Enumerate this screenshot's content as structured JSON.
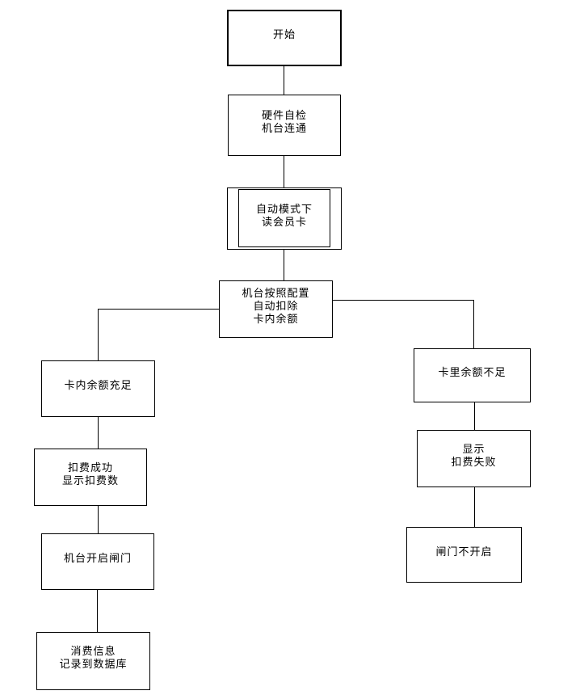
{
  "diagram": {
    "type": "flowchart",
    "language": "zh-CN",
    "colors": {
      "background": "#ffffff",
      "line": "#000000",
      "text": "#000000",
      "node_fill": "#ffffff"
    },
    "nodes": {
      "start": {
        "shape": "rectangle-bold",
        "lines": [
          "开始"
        ]
      },
      "hardware_check": {
        "shape": "rectangle",
        "lines": [
          "硬件自检",
          "机台连通"
        ]
      },
      "read_card": {
        "shape": "predefined-process",
        "lines": [
          "自动模式下",
          "读会员卡"
        ]
      },
      "auto_deduct": {
        "shape": "rectangle",
        "lines": [
          "机台按照配置",
          "自动扣除",
          "卡内余额"
        ]
      },
      "balance_enough": {
        "shape": "rectangle",
        "lines": [
          "卡内余额充足"
        ]
      },
      "deduct_success": {
        "shape": "rectangle",
        "lines": [
          "扣费成功",
          "显示扣费数"
        ]
      },
      "open_gate": {
        "shape": "rectangle",
        "lines": [
          "机台开启闸门"
        ]
      },
      "record_db": {
        "shape": "rectangle",
        "lines": [
          "消费信息",
          "记录到数据库"
        ]
      },
      "balance_insufficient": {
        "shape": "rectangle",
        "lines": [
          "卡里余额不足"
        ]
      },
      "show_fail": {
        "shape": "rectangle",
        "lines": [
          "显示",
          "扣费失败"
        ]
      },
      "gate_not_open": {
        "shape": "rectangle",
        "lines": [
          "闸门不开启"
        ]
      }
    },
    "edges": [
      {
        "from": "start",
        "to": "hardware_check"
      },
      {
        "from": "hardware_check",
        "to": "read_card"
      },
      {
        "from": "read_card",
        "to": "auto_deduct"
      },
      {
        "from": "auto_deduct",
        "to": "balance_enough"
      },
      {
        "from": "auto_deduct",
        "to": "balance_insufficient"
      },
      {
        "from": "balance_enough",
        "to": "deduct_success"
      },
      {
        "from": "deduct_success",
        "to": "open_gate"
      },
      {
        "from": "open_gate",
        "to": "record_db"
      },
      {
        "from": "balance_insufficient",
        "to": "show_fail"
      },
      {
        "from": "show_fail",
        "to": "gate_not_open"
      }
    ]
  }
}
